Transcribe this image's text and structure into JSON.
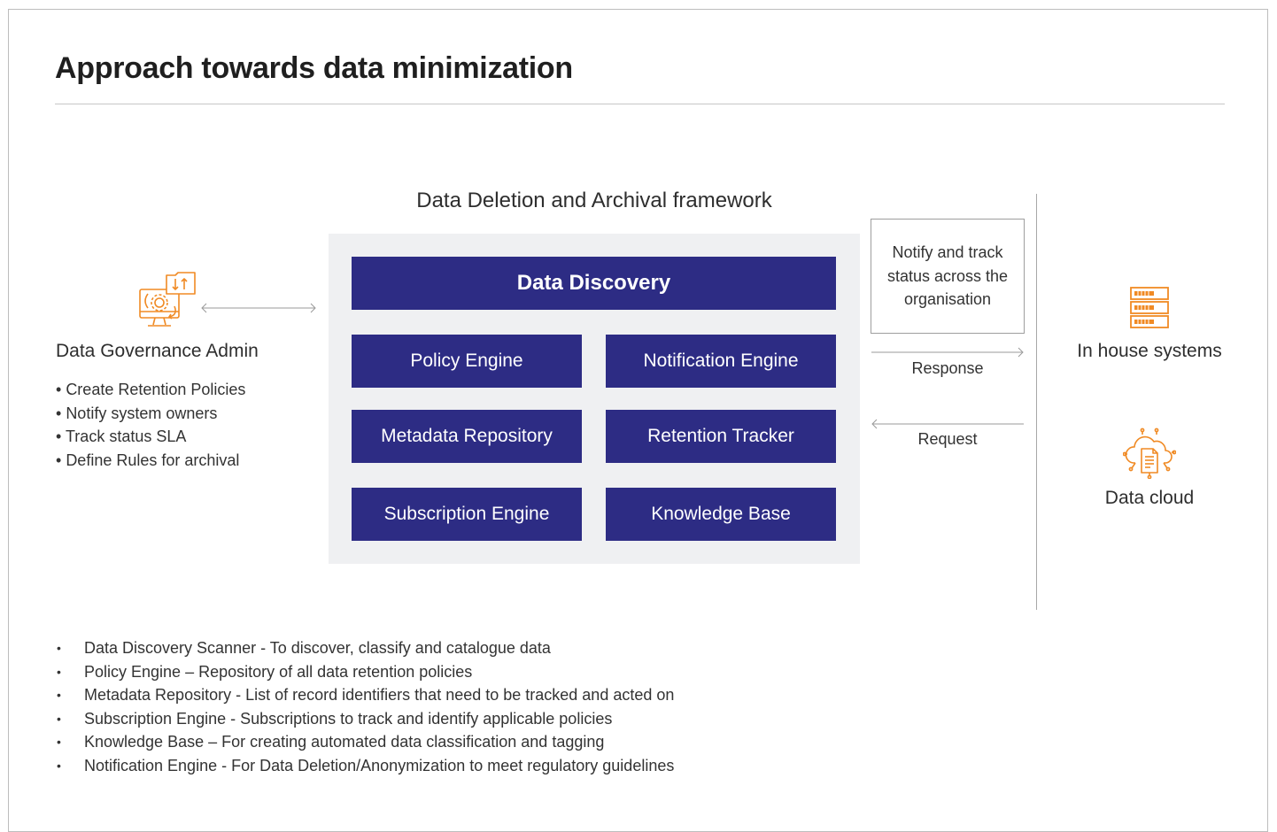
{
  "header": {
    "title": "Approach towards data minimization"
  },
  "framework": {
    "label": "Data Deletion and Archival framework",
    "primary": "Data Discovery",
    "components": [
      "Policy Engine",
      "Notification Engine",
      "Metadata Repository",
      "Retention Tracker",
      "Subscription Engine",
      "Knowledge Base"
    ]
  },
  "admin": {
    "icon": "admin-settings-icon",
    "label": "Data Governance Admin",
    "tasks": [
      "Create Retention Policies",
      "Notify system owners",
      "Track status SLA",
      "Define Rules for archival"
    ]
  },
  "flow": {
    "notify": "Notify and track status across the organisation",
    "response": "Response",
    "request": "Request"
  },
  "systems": [
    {
      "icon": "server-rack-icon",
      "label": "In house systems"
    },
    {
      "icon": "data-cloud-icon",
      "label": "Data cloud"
    }
  ],
  "notes": [
    "Data Discovery Scanner - To discover, classify and catalogue data",
    "Policy Engine – Repository of all data retention policies",
    "Metadata Repository  - List of record identifiers that need to be tracked and acted on",
    "Subscription Engine  - Subscriptions to track and identify applicable policies",
    "Knowledge Base – For creating automated data classification and tagging",
    "Notification Engine - For Data Deletion/Anonymization to meet regulatory guidelines"
  ],
  "colors": {
    "box": "#2d2c84",
    "panel": "#eff0f2",
    "icon": "#f08a24"
  }
}
